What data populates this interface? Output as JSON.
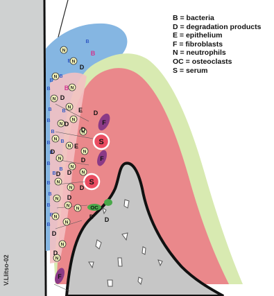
{
  "legend": [
    "B = bacteria",
    "D = degradation products",
    "E = epithelium",
    "F =  fibroblasts",
    "N = neutrophils",
    "OC = osteoclasts",
    "S = serum"
  ],
  "credit": "V.Llitso-02",
  "letters": {
    "b": "B",
    "d": "D",
    "e": "E",
    "f": "F",
    "n": "N",
    "oc": "OC",
    "s": "S"
  },
  "colors": {
    "tooth": "#cfd1d1",
    "plaque": "#85b6e2",
    "epithelium_band": "#d8eab1",
    "connective_tissue": "#ea888b",
    "gingiva_light": "#f4c1c3",
    "bone": "#c6c6c6",
    "bacteria_text": "#2f58c4",
    "bacteria_pink": "#d2348e",
    "fibroblast": "#8b3a86",
    "osteoclast": "#4aa84a",
    "neutrophil": "#f3f3bb",
    "serum": "#ea4d62"
  }
}
